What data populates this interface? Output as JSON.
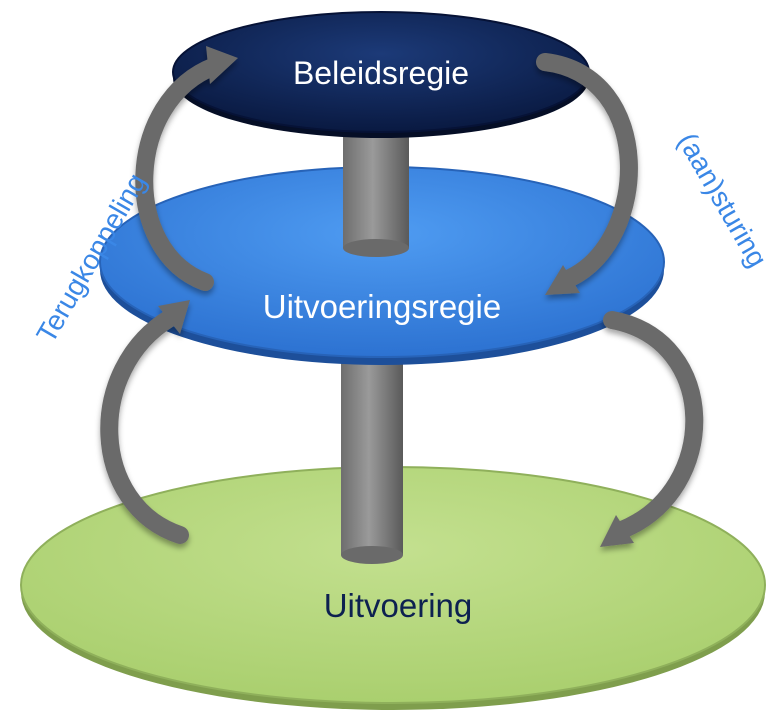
{
  "tiers": {
    "top": {
      "label": "Beleidsregie",
      "fill": "#0d2150",
      "text_color": "#ffffff"
    },
    "middle": {
      "label": "Uitvoeringsregie",
      "fill": "#3a87e6",
      "text_color": "#ffffff"
    },
    "bottom": {
      "label": "Uitvoering",
      "fill": "#b6d97a",
      "text_color": "#0d2150"
    }
  },
  "side_labels": {
    "left": "Terugkoppeling",
    "right": "(aan)sturing",
    "color": "#3a87e6"
  },
  "arrows": {
    "left_upper": "feedback-arrow-icon",
    "left_lower": "feedback-arrow-icon",
    "right_upper": "steering-arrow-icon",
    "right_lower": "steering-arrow-icon",
    "color": "#6b6b6b"
  }
}
